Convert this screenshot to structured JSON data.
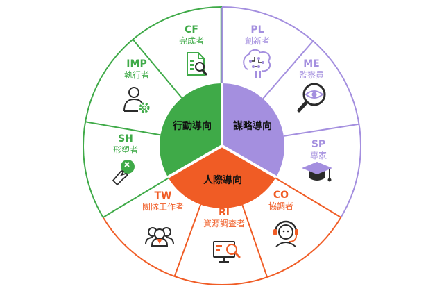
{
  "colors": {
    "action": "#3faa48",
    "thought": "#a48fdf",
    "people": "#f05c25",
    "ring_fill": "#ffffff",
    "icon_dark": "#2b2b2b"
  },
  "core": {
    "action": {
      "label": "行動導向"
    },
    "thought": {
      "label": "謀略導向"
    },
    "people": {
      "label": "人際導向"
    }
  },
  "roles": [
    {
      "code": "CF",
      "name": "完成者",
      "group": "action",
      "icon": "document-magnifier-icon"
    },
    {
      "code": "PL",
      "name": "創新者",
      "group": "thought",
      "icon": "brain-circuit-icon"
    },
    {
      "code": "ME",
      "name": "監察員",
      "group": "thought",
      "icon": "magnifying-eye-icon"
    },
    {
      "code": "SP",
      "name": "專家",
      "group": "thought",
      "icon": "graduation-cap-icon"
    },
    {
      "code": "CO",
      "name": "協調者",
      "group": "people",
      "icon": "headset-person-icon"
    },
    {
      "code": "RI",
      "name": "資源調查者",
      "group": "people",
      "icon": "monitor-search-icon"
    },
    {
      "code": "TW",
      "name": "團隊工作者",
      "group": "people",
      "icon": "team-people-icon"
    },
    {
      "code": "SH",
      "name": "形塑者",
      "group": "action",
      "icon": "hand-shaping-icon"
    },
    {
      "code": "IMP",
      "name": "執行者",
      "group": "action",
      "icon": "person-gear-icon"
    }
  ]
}
